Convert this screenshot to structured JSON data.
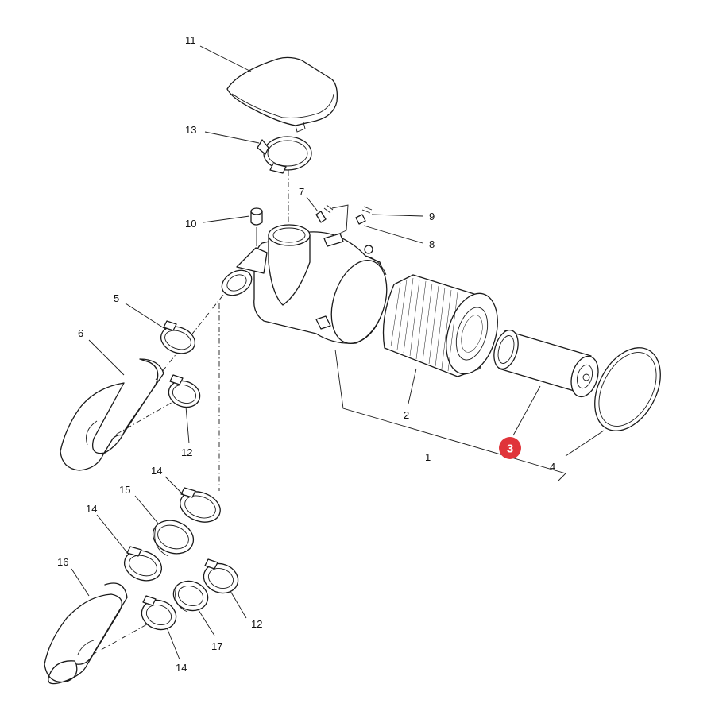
{
  "callouts": {
    "c1": "1",
    "c2": "2",
    "c3": "3",
    "c4": "4",
    "c5": "5",
    "c6": "6",
    "c7": "7",
    "c8": "8",
    "c9": "9",
    "c10": "10",
    "c11": "11",
    "c12a": "12",
    "c12b": "12",
    "c13": "13",
    "c14a": "14",
    "c14b": "14",
    "c14c": "14",
    "c15": "15",
    "c16": "16",
    "c17": "17"
  },
  "colors": {
    "highlight_badge": "#e0343a",
    "line": "#1a1a1a",
    "background": "#ffffff"
  },
  "highlighted_part": "3"
}
